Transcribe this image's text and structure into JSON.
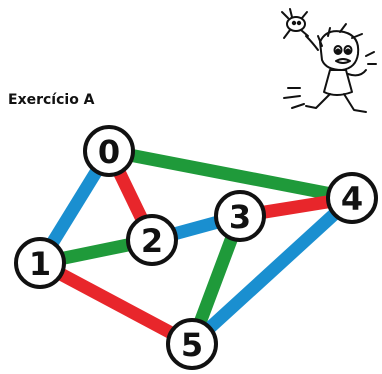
{
  "title": "Exercício A",
  "colors": {
    "green": "#1f9a3a",
    "red": "#e8262b",
    "blue": "#1a8fd0",
    "node_fill": "#ffffff",
    "node_stroke": "#111111"
  },
  "graph": {
    "nodes": [
      {
        "id": "0",
        "label": "0"
      },
      {
        "id": "1",
        "label": "1"
      },
      {
        "id": "2",
        "label": "2"
      },
      {
        "id": "3",
        "label": "3"
      },
      {
        "id": "4",
        "label": "4"
      },
      {
        "id": "5",
        "label": "5"
      }
    ],
    "edges": [
      {
        "from": "0",
        "to": "4",
        "color": "green"
      },
      {
        "from": "0",
        "to": "1",
        "color": "blue"
      },
      {
        "from": "0",
        "to": "2",
        "color": "red"
      },
      {
        "from": "1",
        "to": "2",
        "color": "green"
      },
      {
        "from": "1",
        "to": "5",
        "color": "red"
      },
      {
        "from": "2",
        "to": "3",
        "color": "blue"
      },
      {
        "from": "3",
        "to": "4",
        "color": "red"
      },
      {
        "from": "3",
        "to": "5",
        "color": "green"
      },
      {
        "from": "4",
        "to": "5",
        "color": "blue"
      }
    ]
  },
  "illustration": {
    "icon": "cartoon-girl-running-icon"
  }
}
